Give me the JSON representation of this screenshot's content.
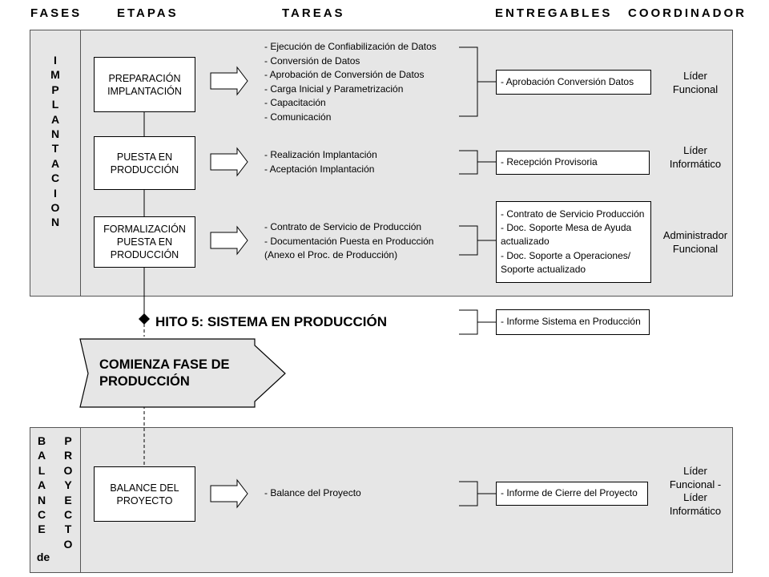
{
  "headers": {
    "fases": "FASES",
    "etapas": "ETAPAS",
    "tareas": "TAREAS",
    "entregables": "ENTREGABLES",
    "coordinador": "COORDINADOR"
  },
  "implantacion": {
    "phase_letters": [
      "I",
      "M",
      "P",
      "L",
      "A",
      "N",
      "T",
      "A",
      "C",
      "I",
      "O",
      "N"
    ],
    "stages": [
      {
        "label": "PREPARACIÓN IMPLANTACIÓN",
        "tasks": [
          "- Ejecución de Confiabilización de Datos",
          "- Conversión de Datos",
          "- Aprobación de Conversión de Datos",
          "- Carga Inicial y Parametrización",
          "- Capacitación",
          "- Comunicación"
        ],
        "deliverables": [
          "- Aprobación Conversión Datos"
        ],
        "coordinator": [
          "Líder",
          "Funcional"
        ]
      },
      {
        "label": "PUESTA EN PRODUCCIÓN",
        "tasks": [
          "- Realización Implantación",
          "- Aceptación Implantación"
        ],
        "deliverables": [
          "- Recepción Provisoria"
        ],
        "coordinator": [
          "Líder",
          "Informático"
        ]
      },
      {
        "label": "FORMALIZACIÓN PUESTA EN PRODUCCIÓN",
        "tasks": [
          "- Contrato de Servicio de Producción",
          "- Documentación Puesta en Producción",
          "(Anexo el Proc. de Producción)"
        ],
        "deliverables": [
          "- Contrato de Servicio Producción",
          "- Doc. Soporte  Mesa de Ayuda",
          "actualizado",
          "- Doc. Soporte a Operaciones/",
          "Soporte actualizado"
        ],
        "coordinator": [
          "Administrador",
          "Funcional"
        ]
      }
    ]
  },
  "milestone": {
    "label": "HITO 5: SISTEMA EN PRODUCCIÓN",
    "deliverable": "- Informe Sistema en Producción"
  },
  "next_phase": {
    "line1": "COMIENZA FASE DE",
    "line2": "PRODUCCIÓN"
  },
  "balance": {
    "phase_col1": [
      "B",
      "A",
      "L",
      "A",
      "N",
      "C",
      "E"
    ],
    "phase_de": "de",
    "phase_col2": [
      "P",
      "R",
      "O",
      "Y",
      "E",
      "C",
      "T",
      "O"
    ],
    "stage": {
      "label": "BALANCE  DEL PROYECTO",
      "tasks": [
        "- Balance del Proyecto"
      ],
      "deliverables": [
        "- Informe de Cierre del Proyecto"
      ],
      "coordinator": [
        "Líder",
        "Funcional -",
        "Líder",
        "Informático"
      ]
    }
  },
  "colors": {
    "panel": "#e6e6e6",
    "border": "#000000",
    "background": "#ffffff"
  }
}
